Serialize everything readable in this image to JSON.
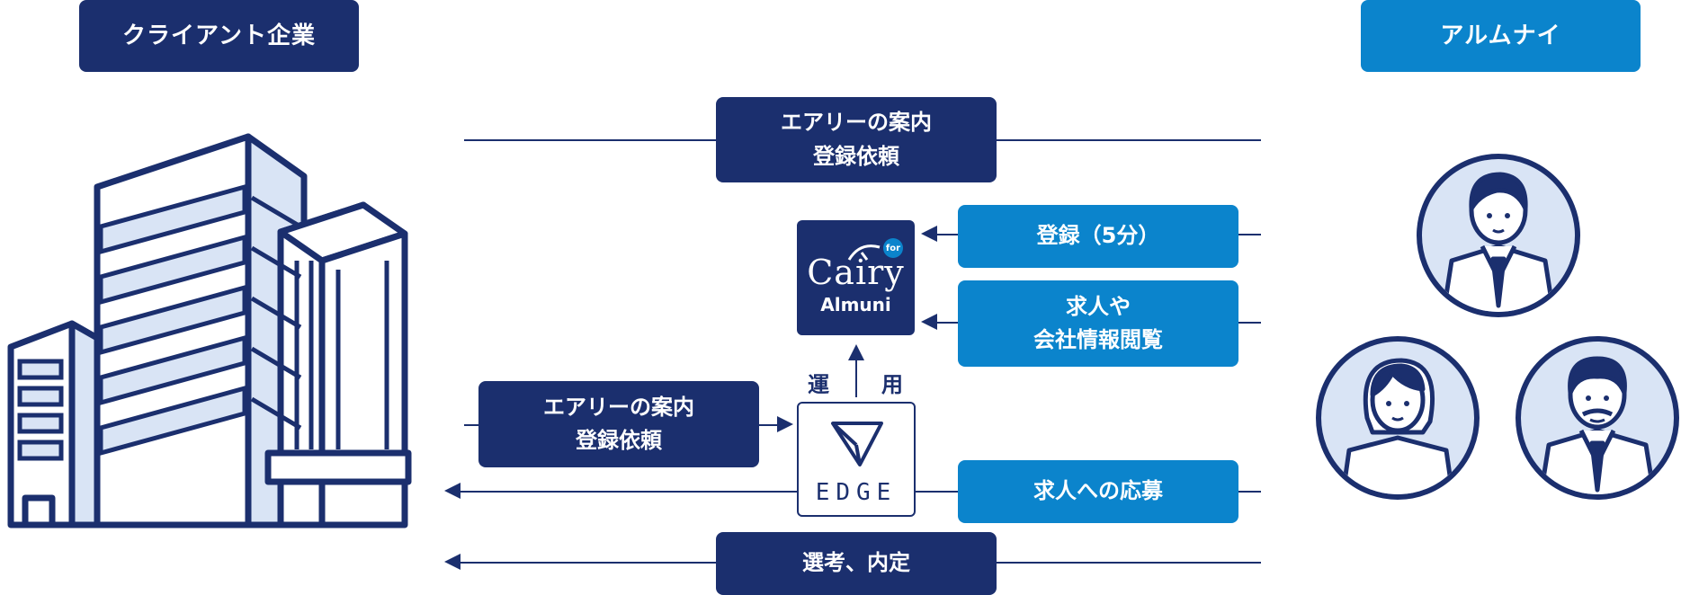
{
  "headers": {
    "client": "クライアント企業",
    "alumni": "アルムナイ"
  },
  "boxes": {
    "top_invite": [
      "エアリーの案内",
      "登録依頼"
    ],
    "register": "登録（5分）",
    "browse": [
      "求人や",
      "会社情報閲覧"
    ],
    "mid_invite": [
      "エアリーの案内",
      "登録依頼"
    ],
    "apply": "求人への応募",
    "selection": "選考、内定"
  },
  "logos": {
    "cairy_word": "Cairy",
    "cairy_for": "for",
    "cairy_sub": "Almuni",
    "edge_word": "EDGE"
  },
  "operate": {
    "left": "運",
    "right": "用"
  },
  "colors": {
    "navy": "#1b2f6e",
    "blue": "#0b84cc",
    "light_fill": "#d9e4f5"
  },
  "icons": [
    "building-icon",
    "male-avatar-icon",
    "female-avatar-icon",
    "senior-male-avatar-icon",
    "paper-plane-icon"
  ]
}
